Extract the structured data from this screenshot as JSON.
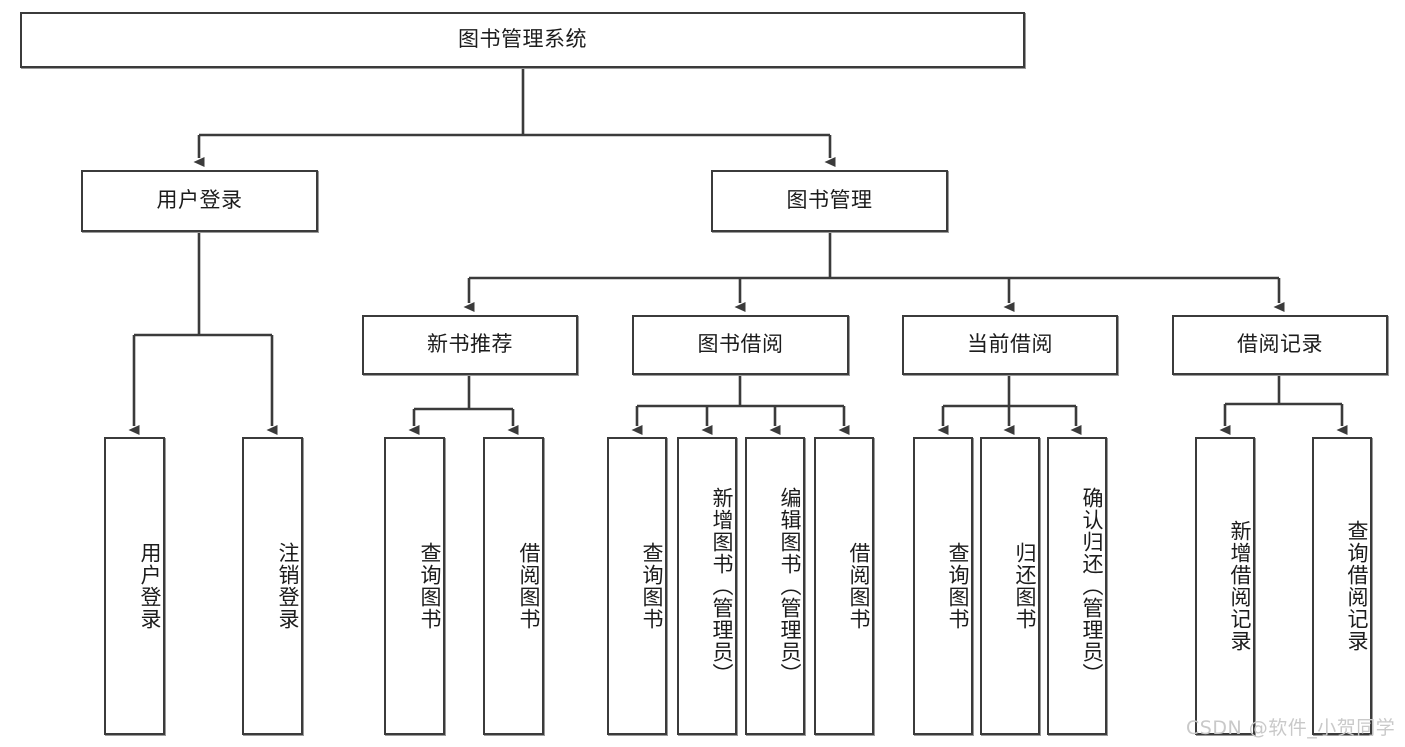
{
  "diagram": {
    "type": "tree-hierarchy-chart",
    "title": "图书管理系统",
    "root": {
      "label": "图书管理系统"
    },
    "level1": [
      {
        "label": "用户登录"
      },
      {
        "label": "图书管理"
      }
    ],
    "level2": [
      {
        "label": "新书推荐"
      },
      {
        "label": "图书借阅"
      },
      {
        "label": "当前借阅"
      },
      {
        "label": "借阅记录"
      }
    ],
    "leaves": {
      "user_login": [
        {
          "label": "用户登录"
        },
        {
          "label": "注销登录"
        }
      ],
      "new_book_recommend": [
        {
          "label": "查询图书"
        },
        {
          "label": "借阅图书"
        }
      ],
      "book_borrow": [
        {
          "label": "查询图书"
        },
        {
          "label": "新增图书（管理员）"
        },
        {
          "label": "编辑图书（管理员）"
        },
        {
          "label": "借阅图书"
        }
      ],
      "current_borrow": [
        {
          "label": "查询图书"
        },
        {
          "label": "归还图书"
        },
        {
          "label": "确认归还（管理员）"
        }
      ],
      "borrow_record": [
        {
          "label": "新增借阅记录"
        },
        {
          "label": "查询借阅记录"
        }
      ]
    }
  },
  "watermark": {
    "text": "CSDN @软件_小贺同学"
  },
  "colors": {
    "stroke": "#3b3b3b",
    "box_fill": "#ffffff",
    "text": "#1c1c1c",
    "watermark": "#c9c9c9",
    "background": "#ffffff"
  }
}
